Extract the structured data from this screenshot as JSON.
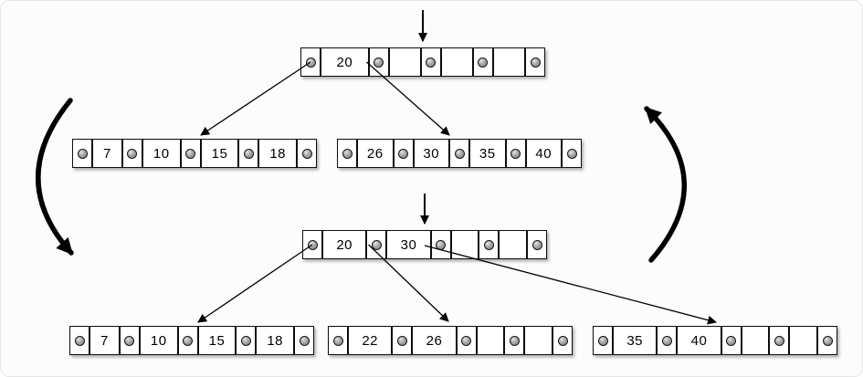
{
  "diagram": {
    "kind": "btree-insert-split",
    "before": {
      "root": {
        "keys": [
          "20",
          "",
          "",
          ""
        ]
      },
      "children": [
        {
          "keys": [
            "7",
            "10",
            "15",
            "18"
          ]
        },
        {
          "keys": [
            "26",
            "30",
            "35",
            "40"
          ]
        }
      ]
    },
    "after": {
      "root": {
        "keys": [
          "20",
          "30",
          "",
          ""
        ]
      },
      "children": [
        {
          "keys": [
            "7",
            "10",
            "15",
            "18"
          ]
        },
        {
          "keys": [
            "22",
            "26",
            "",
            ""
          ]
        },
        {
          "keys": [
            "35",
            "40",
            "",
            ""
          ]
        }
      ]
    }
  },
  "colors": {
    "stroke": "#000000",
    "node_fill": "#ffffff",
    "dot_fill": "#a6a6a6",
    "background": "#fcfcfc"
  }
}
